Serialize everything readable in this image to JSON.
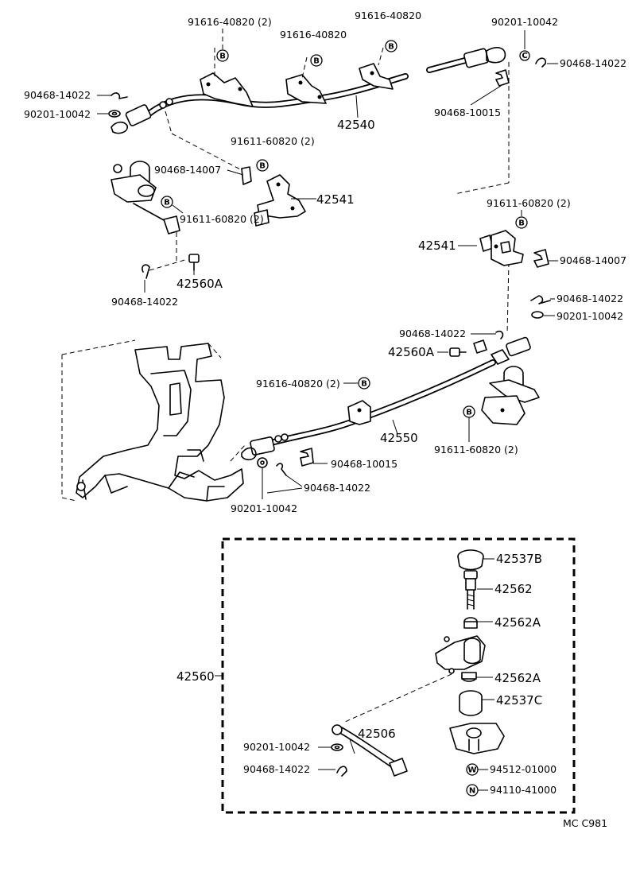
{
  "labels": {
    "cable_upper": "42540",
    "cable_lower": "42550",
    "bracket_left": "42541",
    "bracket_right": "42541",
    "assy_left": "42560A",
    "assy_right": "42560A",
    "assy_group": "42560",
    "boot_b": "42537B",
    "bolt": "42562",
    "bushing_top": "42562A",
    "bushing_bottom": "42562A",
    "boot_c": "42537C",
    "rod": "42506",
    "bolt_top_1": "91616-40820 (2)",
    "bolt_top_2": "91616-40820",
    "bolt_top_3": "91616-40820",
    "washer_top_right": "90201-10042",
    "clip_top_right": "90468-14022",
    "clip_top_left": "90468-14022",
    "washer_top_left": "90201-10042",
    "clip_10015_upper": "90468-10015",
    "bolt_left_bracket_1": "91611-60820 (2)",
    "clip_14007_left": "90468-14007",
    "bolt_left_bracket_2": "91611-60820 (2)",
    "clip_left_assy": "90468-14022",
    "bolt_right_bracket": "91611-60820 (2)",
    "clip_14007_right": "90468-14007",
    "clip_right_1": "90468-14022",
    "washer_right": "90201-10042",
    "clip_right_2": "90468-14022",
    "bolt_mid": "91616-40820 (2)",
    "bolt_right_lower": "91611-60820 (2)",
    "clip_10015_lower": "90468-10015",
    "clip_lower": "90468-14022",
    "washer_lower": "90201-10042",
    "washer_inset": "90201-10042",
    "clip_inset": "90468-14022",
    "washer_w": "94512-01000",
    "nut_n": "94110-41000",
    "footer_code": "MC  C981"
  },
  "symbols": {
    "bolt_b": "B",
    "washer_c": "C",
    "washer_w": "W",
    "nut_n": "N"
  }
}
